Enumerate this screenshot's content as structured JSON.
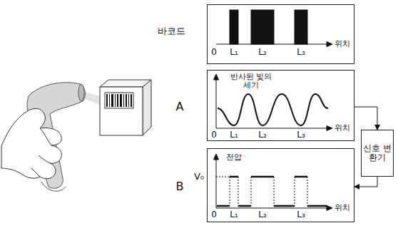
{
  "diagram": {
    "nodes": [
      {
        "text": [
          "바코드",
          "0",
          "L₁",
          "L₂",
          "L₃",
          "위치"
        ]
      },
      {
        "text": [
          "A",
          "반사된 빛의 세기",
          "0",
          "L₁",
          "L₂",
          "L₃",
          "위치"
        ]
      },
      {
        "text": [
          "B",
          "전압",
          "V₀",
          "0",
          "L₁",
          "L₂",
          "L₃",
          "위치"
        ]
      },
      {
        "text": [
          "신호 변환기"
        ]
      }
    ],
    "edges": [
      {
        "from": 1,
        "to": 3,
        "arrow": "to"
      },
      {
        "from": 3,
        "to": 2,
        "arrow": "to"
      }
    ]
  }
}
